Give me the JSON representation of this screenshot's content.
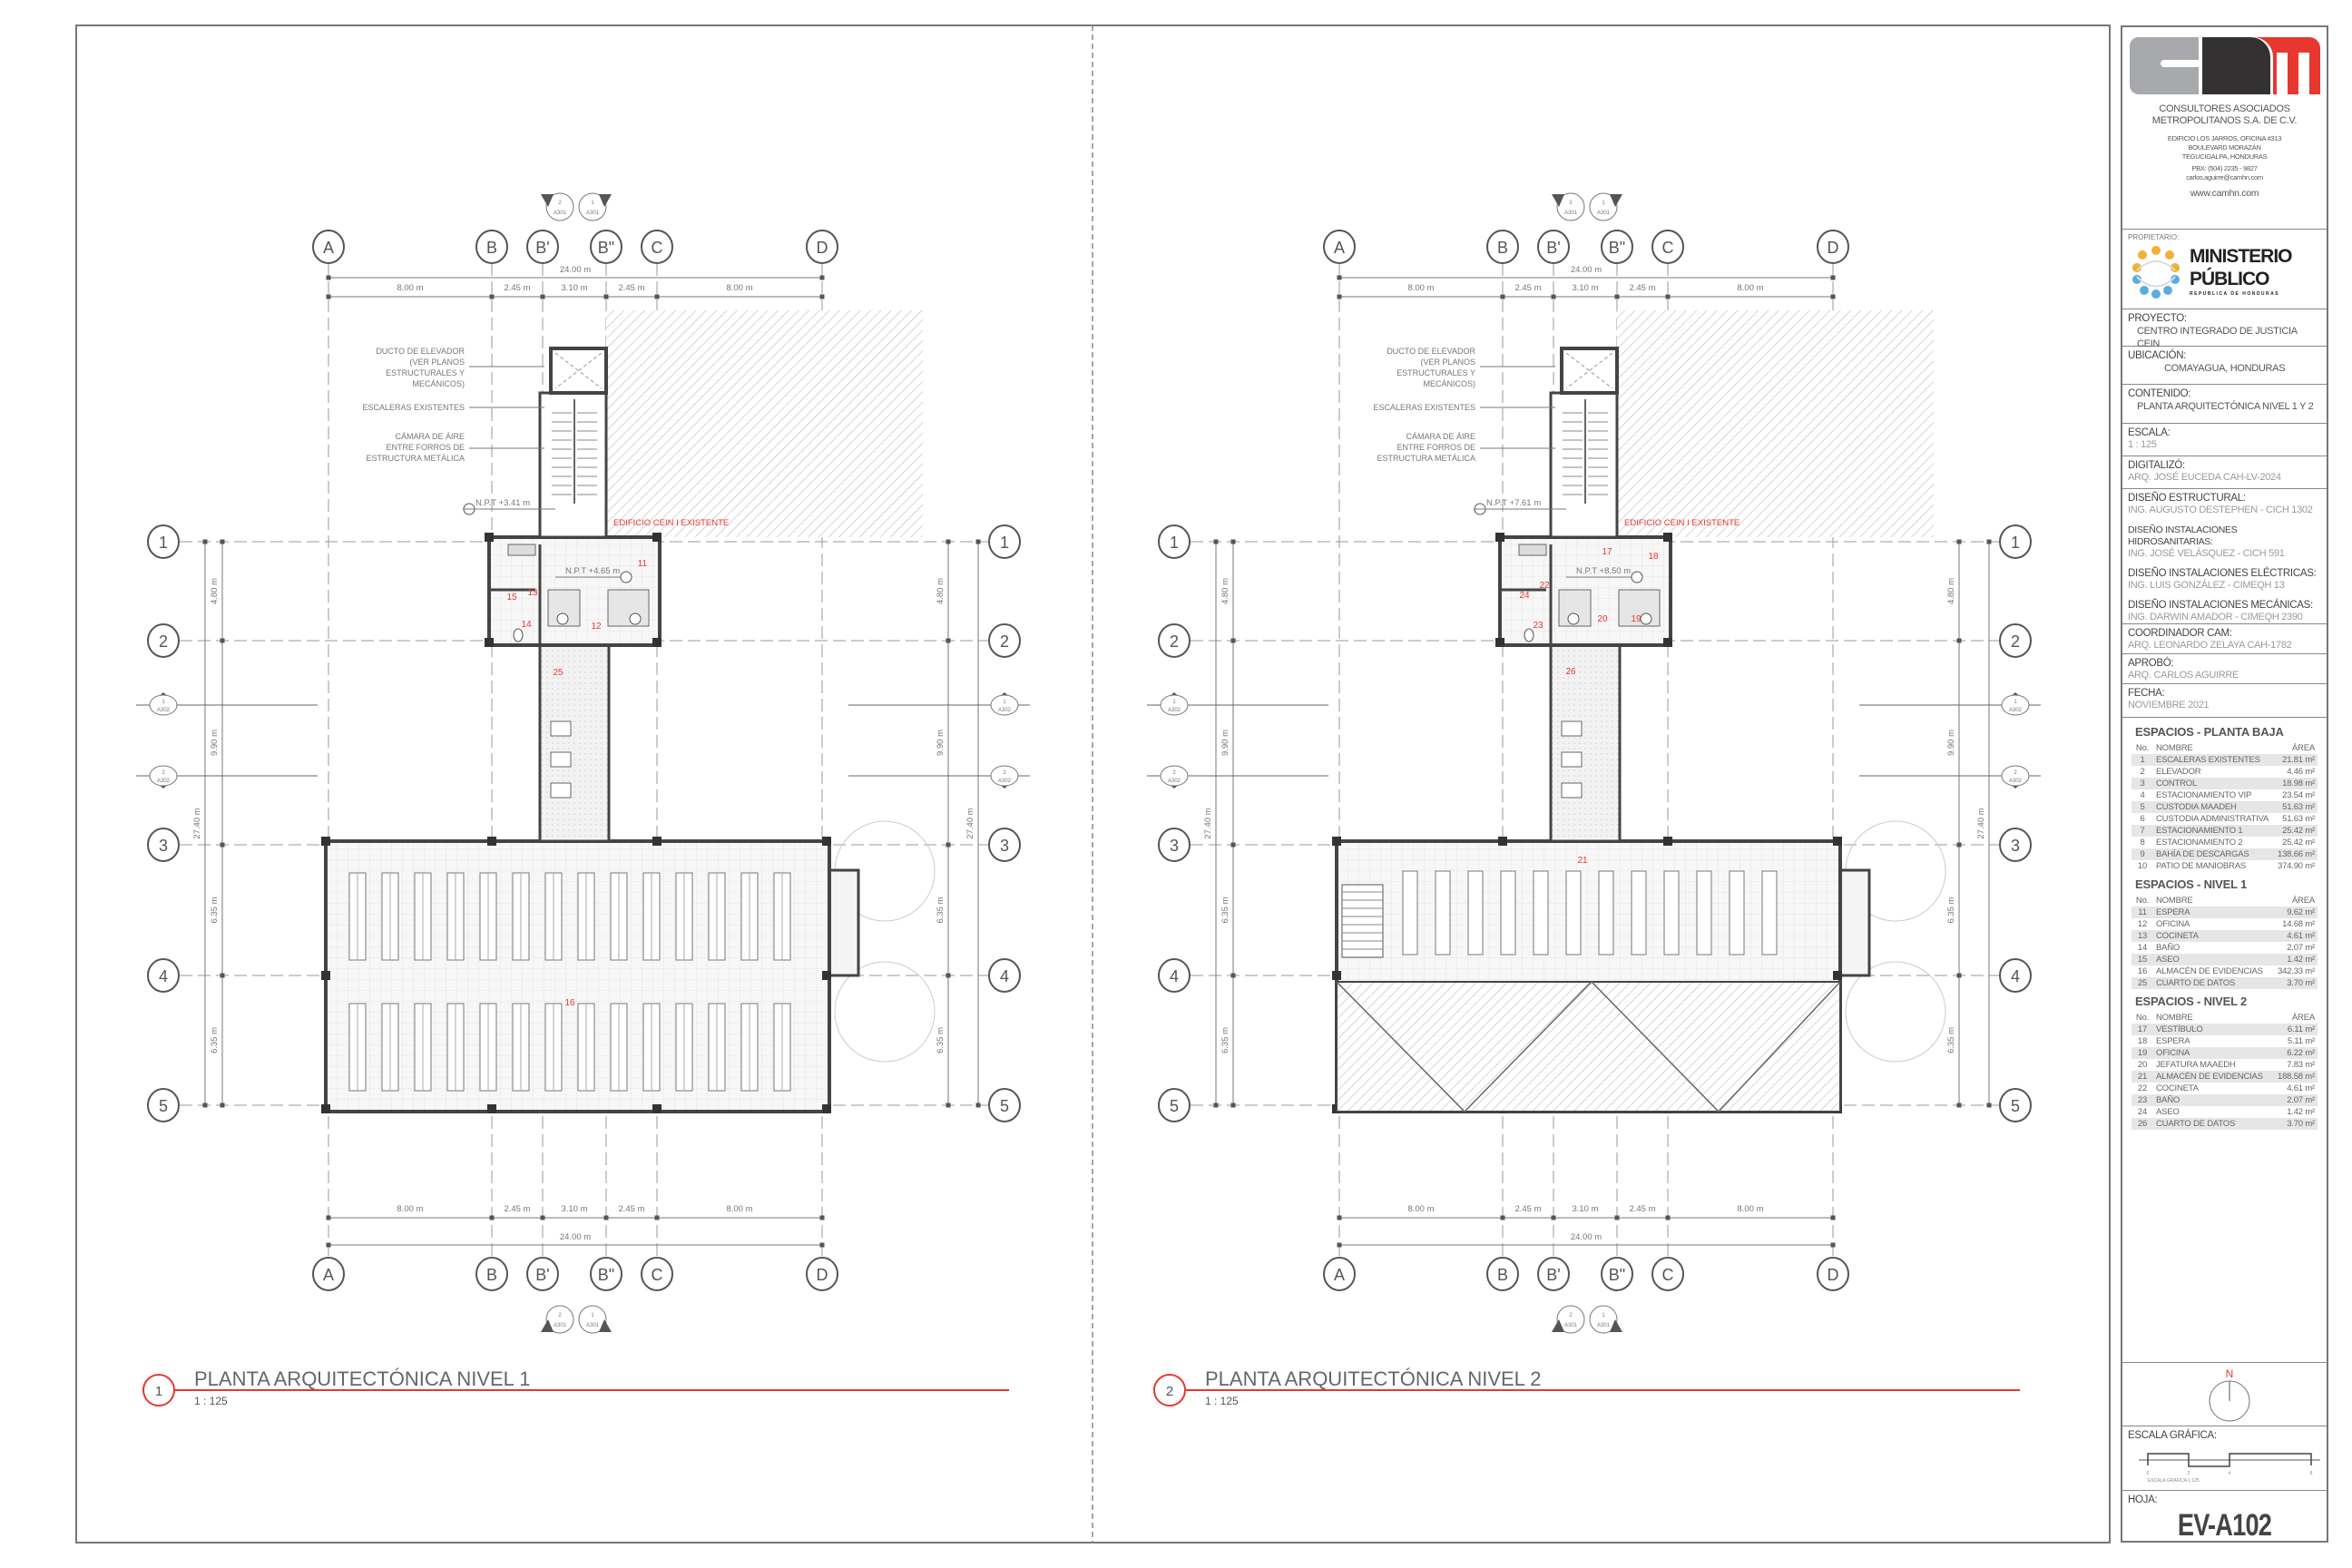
{
  "grid": {
    "cols": [
      "A",
      "B",
      "B'",
      "B\"",
      "C",
      "D"
    ],
    "rows": [
      "1",
      "2",
      "3",
      "4",
      "5"
    ],
    "dims_x": [
      "8.00 m",
      "2.45 m",
      "3.10 m",
      "2.45 m",
      "8.00 m"
    ],
    "total_x": "24.00 m",
    "dims_y": [
      "4.80 m",
      "9.90 m",
      "6.35 m",
      "6.35 m"
    ],
    "total_y": "27.40 m",
    "section_top_ref": "A301",
    "section_side_ref": "A302",
    "section_nums": [
      "1",
      "2"
    ]
  },
  "annotations": {
    "elevator": [
      "DUCTO DE ELEVADOR",
      "(VER PLANOS",
      "ESTRUCTURALES Y",
      "MECÁNICOS)"
    ],
    "stairs": [
      "ESCALERAS EXISTENTES"
    ],
    "air": [
      "CÁMARA DE ÁIRE",
      "ENTRE FORROS DE",
      "ESTRUCTURA METÁLICA"
    ],
    "existing": "EDIFICIO CEIN I EXISTENTE"
  },
  "plans": [
    {
      "number": "1",
      "title": "PLANTA ARQUITECTÓNICA NIVEL 1",
      "scale": "1 : 125",
      "npt_stair": "N.P.T +3.41 m",
      "npt_floor": "N.P.T +4.65 m",
      "rooms": [
        "11",
        "12",
        "13",
        "14",
        "15",
        "16",
        "25"
      ]
    },
    {
      "number": "2",
      "title": "PLANTA ARQUITECTÓNICA NIVEL 2",
      "scale": "1 : 125",
      "npt_stair": "N.P.T +7.61 m",
      "npt_floor": "N.P.T +8.50 m",
      "rooms": [
        "17",
        "18",
        "19",
        "20",
        "21",
        "22",
        "23",
        "24",
        "26"
      ]
    }
  ],
  "title_block": {
    "company": [
      "CONSULTORES ASOCIADOS",
      "METROPOLITANOS S.A. DE C.V."
    ],
    "address": [
      "EDIFICIO LOS JARROS, OFICINA #313",
      "BOULEVARD MORAZÁN",
      "TEGUCIGALPA, HONDURAS"
    ],
    "phone": "PBX: (504) 2235 - 9827",
    "email": "carlos.aguirre@camhn.com",
    "web": "www.camhn.com",
    "owner_label": "PROPIETARIO:",
    "owner_logo": [
      "MINISTERIO",
      "PÚBLICO",
      "REPÚBLICA DE HONDURAS"
    ],
    "project_label": "PROYECTO:",
    "project": "CENTRO INTEGRADO DE JUSTICIA CEIN",
    "location_label": "UBICACIÓN:",
    "location": "COMAYAGUA, HONDURAS",
    "content_label": "CONTENIDO:",
    "content": "PLANTA ARQUITECTÓNICA NIVEL 1 Y 2",
    "scale_label": "ESCALA:",
    "scale": "1 : 125",
    "digitized_label": "DIGITALIZÓ:",
    "digitized": "ARQ. JOSÉ EUCEDA CAH-LV-2024",
    "designs": [
      {
        "label": "DISEÑO ESTRUCTURAL:",
        "value": "ING. AUGUSTO DESTEPHEN - CICH 1302"
      },
      {
        "label": "DISEÑO INSTALACIONES HIDROSANITARIAS:",
        "value": "ING. JOSÉ VELÁSQUEZ - CICH 591"
      },
      {
        "label": "DISEÑO INSTALACIONES ELÉCTRICAS:",
        "value": "ING. LUIS GONZÁLEZ - CIMEQH 13"
      },
      {
        "label": "DISEÑO INSTALACIONES MECÁNICAS:",
        "value": "ING. DARWIN AMADOR - CIMEQH 2390"
      }
    ],
    "coordinator_label": "COORDINADOR CAM:",
    "coordinator": "ARQ. LEONARDO ZELAYA CAH-1782",
    "approved_label": "APROBÓ:",
    "approved": "ARQ. CARLOS AGUIRRE",
    "date_label": "FECHA:",
    "date": "NOVIEMBRE 2021",
    "table_headers": [
      "No.",
      "NOMBRE",
      "ÁREA"
    ],
    "spaces": [
      {
        "title": "ESPACIOS - PLANTA BAJA",
        "rows": [
          [
            "1",
            "ESCALERAS EXISTENTES",
            "21.81 m²"
          ],
          [
            "2",
            "ELEVADOR",
            "4.46 m²"
          ],
          [
            "3",
            "CONTROL",
            "18.98 m²"
          ],
          [
            "4",
            "ESTACIONAMIENTO VIP",
            "23.54 m²"
          ],
          [
            "5",
            "CUSTODIA MAADEH",
            "51.63 m²"
          ],
          [
            "6",
            "CUSTODIA ADMINISTRATIVA",
            "51.63 m²"
          ],
          [
            "7",
            "ESTACIONAMIENTO 1",
            "25.42 m²"
          ],
          [
            "8",
            "ESTACIONAMIENTO 2",
            "25.42 m²"
          ],
          [
            "9",
            "BAHÍA DE DESCARGAS",
            "138.66 m²"
          ],
          [
            "10",
            "PATIO DE MANIOBRAS",
            "374.90 m²"
          ]
        ]
      },
      {
        "title": "ESPACIOS - NIVEL 1",
        "rows": [
          [
            "11",
            "ESPERA",
            "9.62 m²"
          ],
          [
            "12",
            "OFICINA",
            "14.68 m²"
          ],
          [
            "13",
            "COCINETA",
            "4.61 m²"
          ],
          [
            "14",
            "BAÑO",
            "2.07 m²"
          ],
          [
            "15",
            "ASEO",
            "1.42 m²"
          ],
          [
            "16",
            "ALMACÉN DE EVIDENCIAS",
            "342.33 m²"
          ],
          [
            "25",
            "CUARTO DE DATOS",
            "3.70 m²"
          ]
        ]
      },
      {
        "title": "ESPACIOS - NIVEL 2",
        "rows": [
          [
            "17",
            "VESTÍBULO",
            "6.11 m²"
          ],
          [
            "18",
            "ESPERA",
            "5.11 m²"
          ],
          [
            "19",
            "OFICINA",
            "6.22 m²"
          ],
          [
            "20",
            "JEFATURA MAAEDH",
            "7.83 m²"
          ],
          [
            "21",
            "ALMACÉN DE EVIDENCIAS",
            "188.58 m²"
          ],
          [
            "22",
            "COCINETA",
            "4.61 m²"
          ],
          [
            "23",
            "BAÑO",
            "2.07 m²"
          ],
          [
            "24",
            "ASEO",
            "1.42 m²"
          ],
          [
            "26",
            "CUARTO DE DATOS",
            "3.70 m²"
          ]
        ]
      }
    ],
    "north": "N",
    "graphic_scale_label": "ESCALA GRÁFICA:",
    "graphic_scale_ticks": [
      "0",
      "2",
      "4",
      "8"
    ],
    "graphic_scale_caption": "ESCALA GRÁFICA 1:125",
    "sheet_label": "HOJA:",
    "sheet": "EV-A102"
  },
  "colors": {
    "red": "#e8372f",
    "line": "#444444",
    "grey": "#9a9a9a",
    "logo_grey": "#a7a9ac",
    "logo_dark": "#333132",
    "mp_yellow": "#f2b134",
    "mp_blue": "#5aace0"
  }
}
